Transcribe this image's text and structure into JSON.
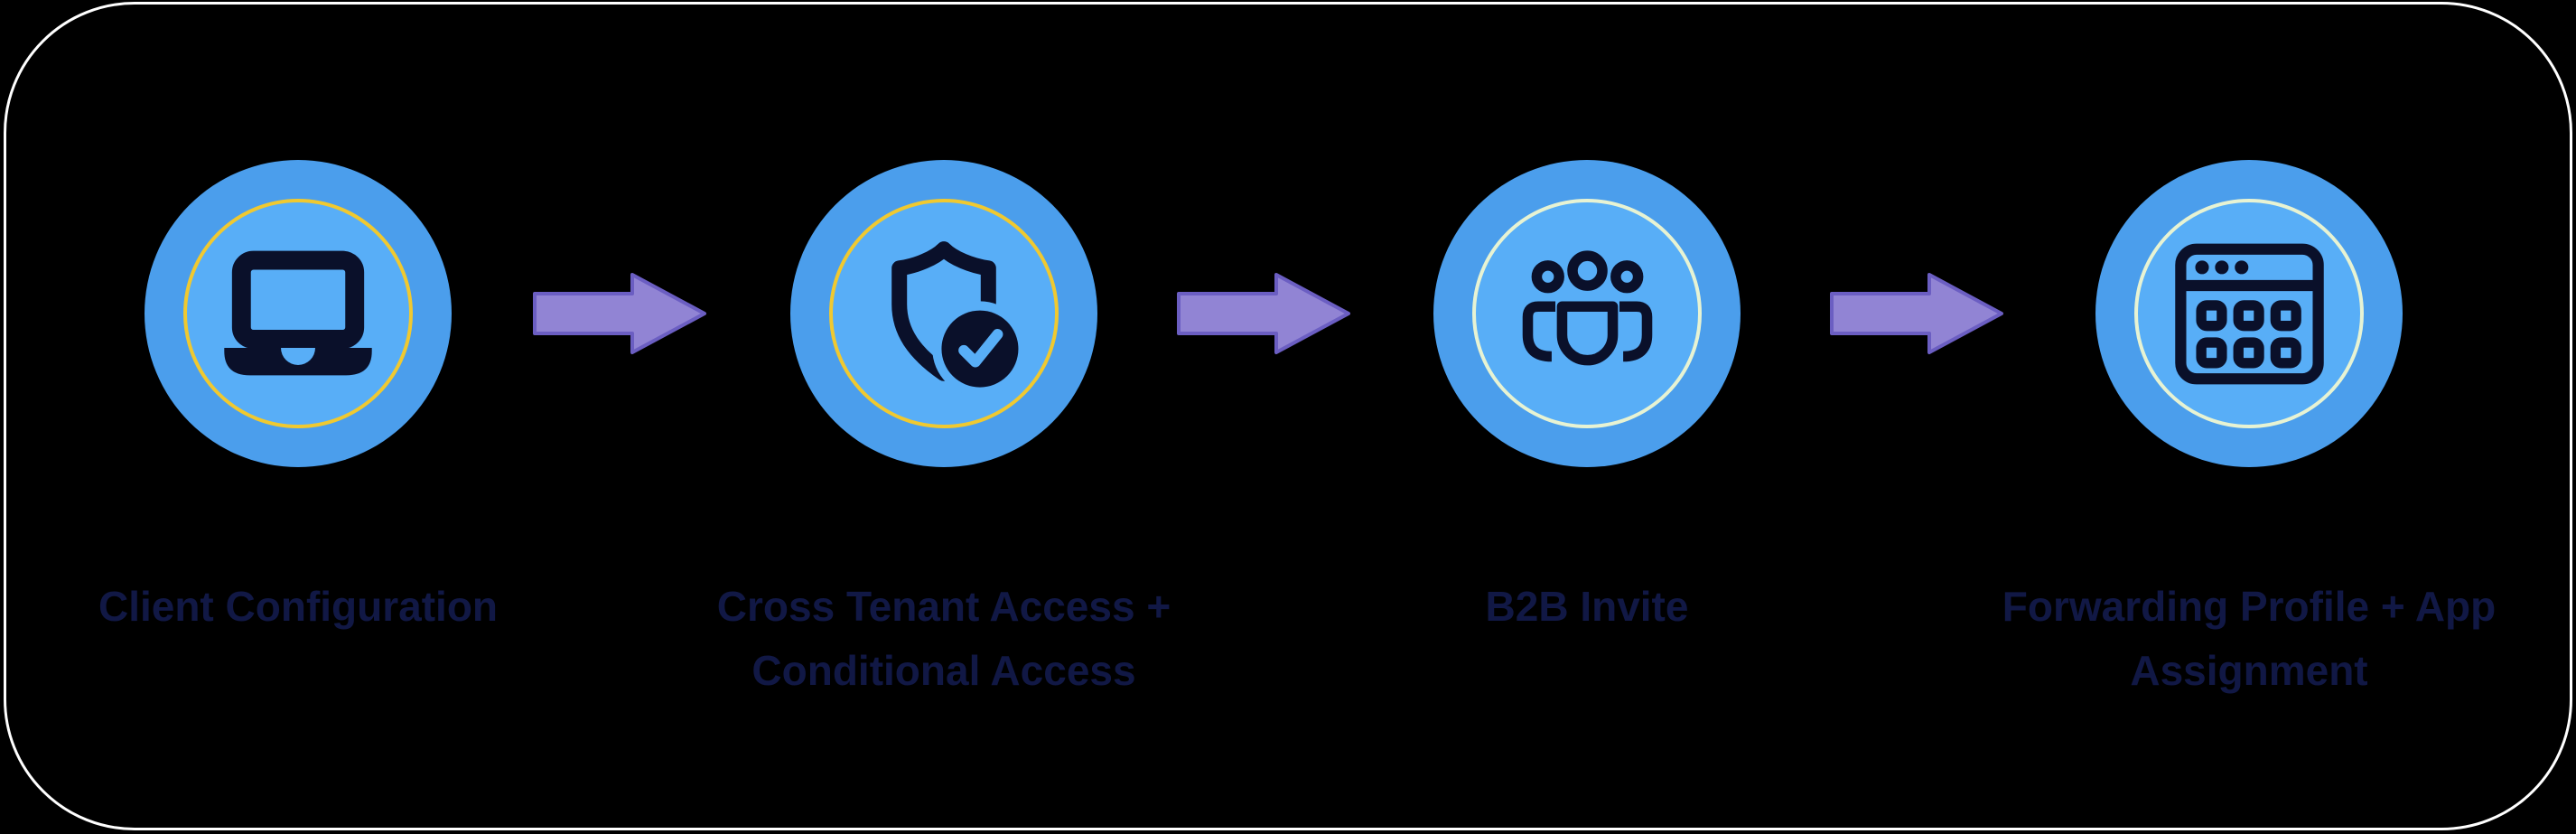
{
  "diagram": {
    "description": "Four-step flow diagram with circular icons connected by right arrows",
    "steps": [
      {
        "name": "client-configuration",
        "icon": "laptop-icon",
        "ring_color": "#F0C930",
        "label_lines": [
          "Client Configuration"
        ]
      },
      {
        "name": "cross-tenant-access",
        "icon": "shield-check-icon",
        "ring_color": "#F0C930",
        "label_lines": [
          "Cross Tenant Access +",
          "Conditional Access"
        ]
      },
      {
        "name": "b2b-invite",
        "icon": "people-group-icon",
        "ring_color": "#E7F3D3",
        "label_lines": [
          "B2B Invite"
        ]
      },
      {
        "name": "forwarding-profile-app-assignment",
        "icon": "browser-grid-icon",
        "ring_color": "#E7F3D3",
        "label_lines": [
          "Forwarding Profile + App",
          "Assignment"
        ]
      }
    ],
    "colors": {
      "background": "#000000",
      "card_outline": "#FFFFFF",
      "circle_outer_blue": "#4B9EEC",
      "circle_inner_blue": "#58AEF7",
      "icon_navy": "#0A102A",
      "label_navy": "#111845",
      "arrow_fill": "#9184D4",
      "arrow_stroke": "#6B5EC2"
    }
  }
}
